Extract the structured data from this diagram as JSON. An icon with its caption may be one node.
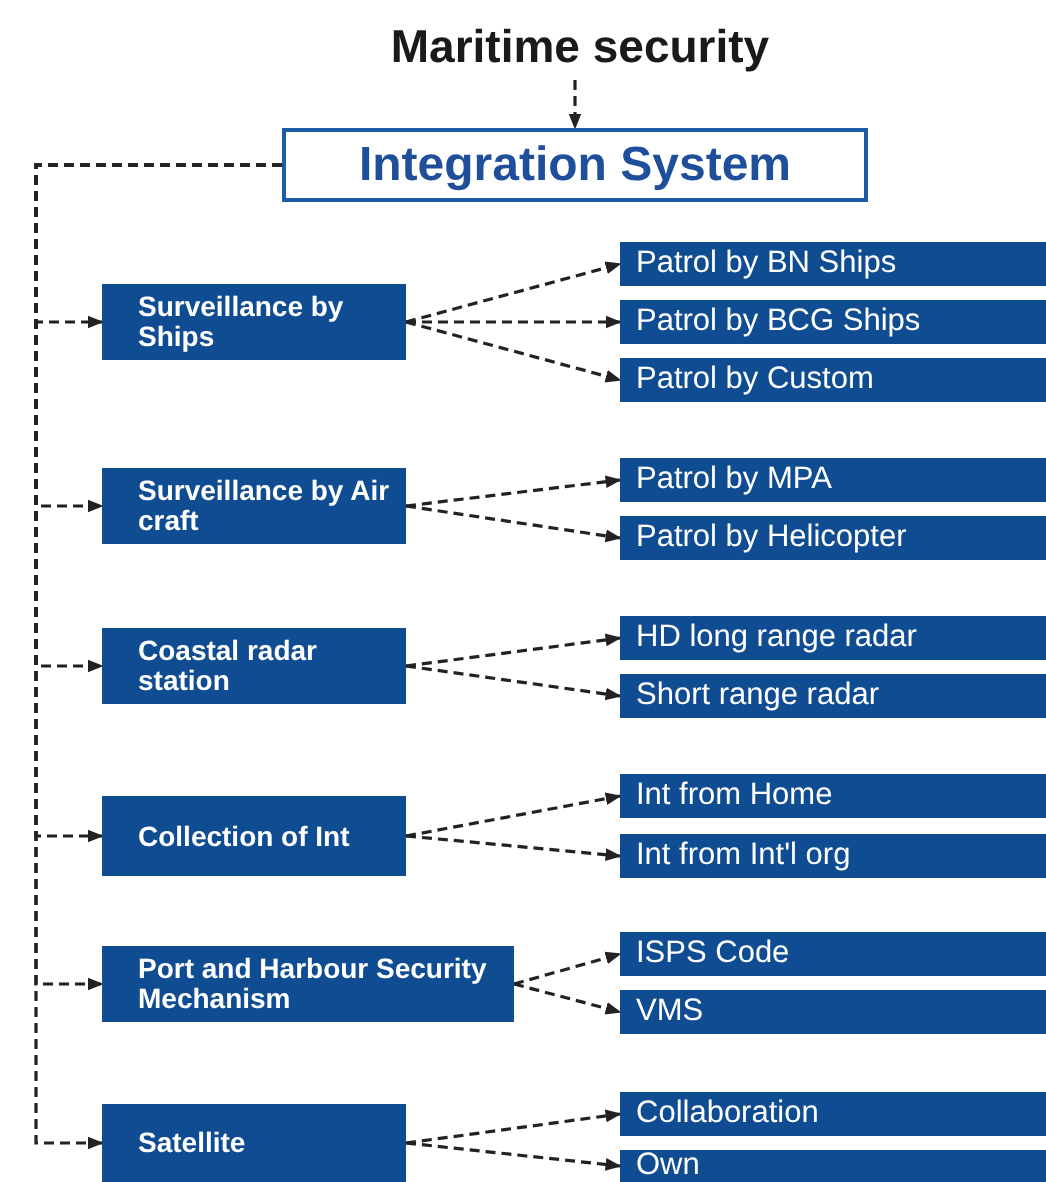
{
  "diagram": {
    "nodes": [
      {
        "text": [
          "Maritime security"
        ]
      },
      {
        "text": [
          "Integration System"
        ]
      },
      {
        "text": [
          "Surveillance by Ships"
        ]
      },
      {
        "text": [
          "Patrol by BN Ships"
        ]
      },
      {
        "text": [
          "Patrol by BCG Ships"
        ]
      },
      {
        "text": [
          "Patrol by Custom"
        ]
      },
      {
        "text": [
          "Surveillance by Air craft"
        ]
      },
      {
        "text": [
          "Patrol by MPA"
        ]
      },
      {
        "text": [
          "Patrol by Helicopter"
        ]
      },
      {
        "text": [
          "Coastal radar station"
        ]
      },
      {
        "text": [
          "HD long range radar"
        ]
      },
      {
        "text": [
          "Short range radar"
        ]
      },
      {
        "text": [
          "Collection of Int"
        ]
      },
      {
        "text": [
          "Int from Home"
        ]
      },
      {
        "text": [
          "Int from Int'l org"
        ]
      },
      {
        "text": [
          "Port and Harbour Security Mechanism"
        ]
      },
      {
        "text": [
          "ISPS Code"
        ]
      },
      {
        "text": [
          "VMS"
        ]
      },
      {
        "text": [
          "Satellite"
        ]
      },
      {
        "text": [
          "Collaboration"
        ]
      },
      {
        "text": [
          "Own"
        ]
      }
    ],
    "edges": [
      {
        "from": 0,
        "to": 1,
        "arrow": "to",
        "style": "dashed"
      },
      {
        "from": 1,
        "to": 2,
        "arrow": "to",
        "style": "dashed"
      },
      {
        "from": 1,
        "to": 6,
        "arrow": "to",
        "style": "dashed"
      },
      {
        "from": 1,
        "to": 9,
        "arrow": "to",
        "style": "dashed"
      },
      {
        "from": 1,
        "to": 12,
        "arrow": "to",
        "style": "dashed"
      },
      {
        "from": 1,
        "to": 15,
        "arrow": "to",
        "style": "dashed"
      },
      {
        "from": 1,
        "to": 18,
        "arrow": "to",
        "style": "dashed"
      },
      {
        "from": 2,
        "to": 3,
        "arrow": "to",
        "style": "dashed"
      },
      {
        "from": 2,
        "to": 4,
        "arrow": "to",
        "style": "dashed"
      },
      {
        "from": 2,
        "to": 5,
        "arrow": "to",
        "style": "dashed"
      },
      {
        "from": 6,
        "to": 7,
        "arrow": "to",
        "style": "dashed"
      },
      {
        "from": 6,
        "to": 8,
        "arrow": "to",
        "style": "dashed"
      },
      {
        "from": 9,
        "to": 10,
        "arrow": "to",
        "style": "dashed"
      },
      {
        "from": 9,
        "to": 11,
        "arrow": "to",
        "style": "dashed"
      },
      {
        "from": 12,
        "to": 13,
        "arrow": "to",
        "style": "dashed"
      },
      {
        "from": 12,
        "to": 14,
        "arrow": "to",
        "style": "dashed"
      },
      {
        "from": 15,
        "to": 16,
        "arrow": "to",
        "style": "dashed"
      },
      {
        "from": 15,
        "to": 17,
        "arrow": "to",
        "style": "dashed"
      },
      {
        "from": 18,
        "to": 19,
        "arrow": "to",
        "style": "dashed"
      },
      {
        "from": 18,
        "to": 20,
        "arrow": "to",
        "style": "dashed"
      }
    ]
  }
}
